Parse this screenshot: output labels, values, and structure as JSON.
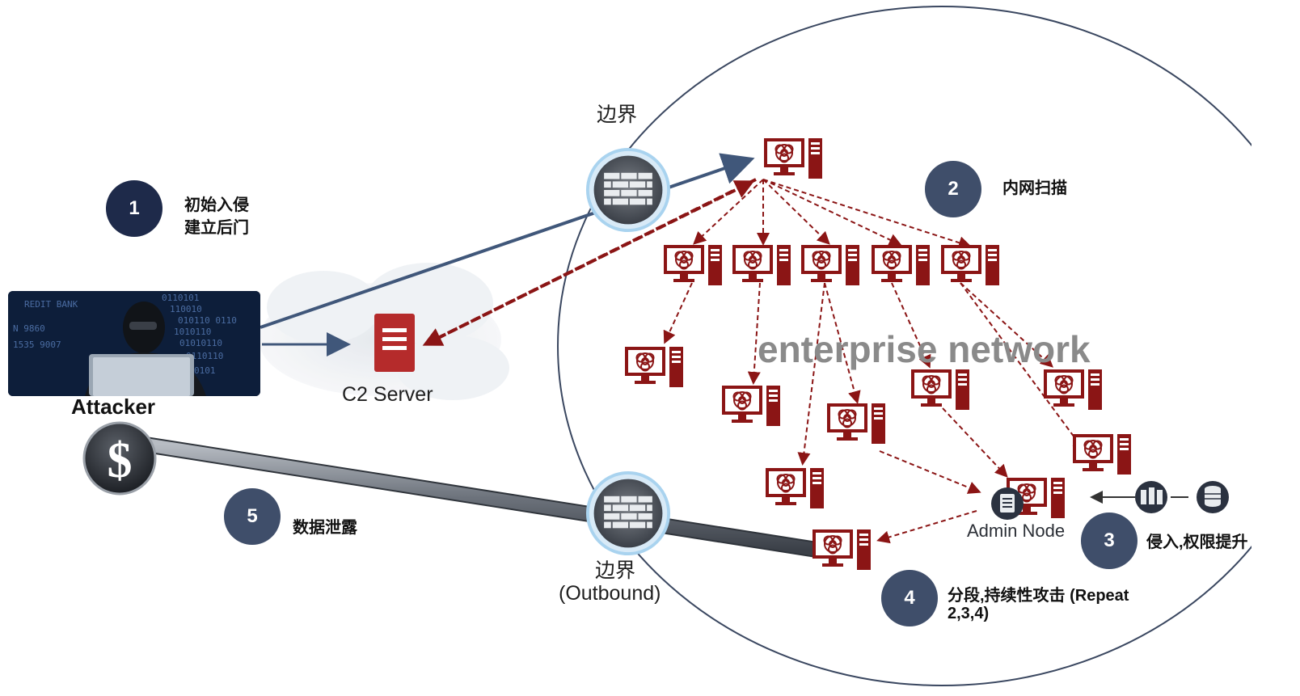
{
  "colors": {
    "navy": "#1e2a4a",
    "slate": "#3f4e6a",
    "malware": "#8b1515",
    "arrow_blue": "#40577a",
    "c2_red": "#b52b2b"
  },
  "steps": [
    {
      "number": "1",
      "text_line1": "初始入侵",
      "text_line2": "建立后门"
    },
    {
      "number": "2",
      "text": "内网扫描"
    },
    {
      "number": "3",
      "text": "侵入,权限提升"
    },
    {
      "number": "4",
      "text_line1": "分段,持续性攻击 (Repeat",
      "text_line2": "2,3,4)"
    },
    {
      "number": "5",
      "text": "数据泄露"
    }
  ],
  "labels": {
    "perimeter_top": "边界",
    "perimeter_bottom": "边界",
    "outbound": "(Outbound)",
    "c2_server": "C2 Server",
    "attacker": "Attacker",
    "enterprise_network": "enterprise network",
    "admin_node": "Admin Node"
  },
  "icons": {
    "firewall": "firewall-brick-icon",
    "infected_pc": "biohazard-computer-icon",
    "c2": "server-icon",
    "exfil": "dollar-icon",
    "admin": "document-icon",
    "server_stack": "server-stack-icon",
    "database": "database-icon"
  }
}
